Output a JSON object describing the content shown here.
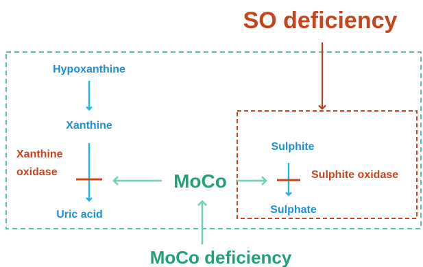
{
  "labels": {
    "so_deficiency": "SO deficiency",
    "moco_deficiency": "MoCo deficiency",
    "moco": "MoCo",
    "hypoxanthine": "Hypoxanthine",
    "xanthine": "Xanthine",
    "uric_acid": "Uric acid",
    "xanthine_oxidase_line1": "Xanthine",
    "xanthine_oxidase_line2": "oxidase",
    "sulphite": "Sulphite",
    "sulphate": "Sulphate",
    "sulphite_oxidase": "Sulphite oxidase"
  },
  "colors": {
    "metabolite_blue": "#1f8fd6",
    "enzyme_red": "#c9431c",
    "moco_green": "#22a078",
    "dashed_green": "#4ec4a4",
    "dashed_red": "#c9431c",
    "arrow_green": "#6fd2b0",
    "arrow_red": "#b83a16",
    "arrow_blue": "#1fb5e8"
  }
}
